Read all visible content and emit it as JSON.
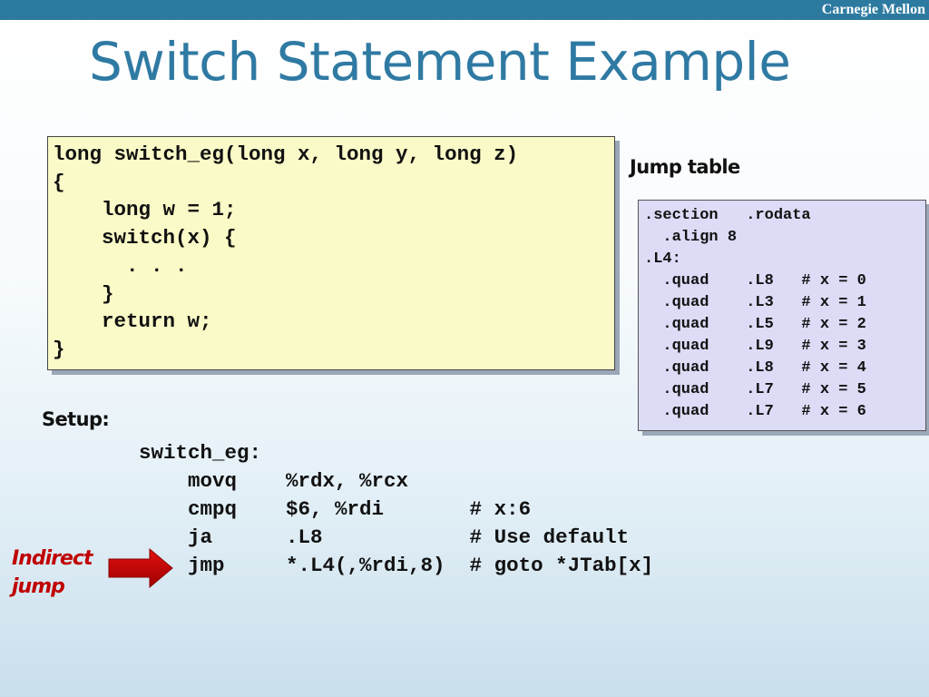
{
  "header": {
    "brand": "Carnegie Mellon"
  },
  "slide": {
    "title": "Switch Statement Example"
  },
  "c_code": {
    "text": "long switch_eg(long x, long y, long z)\n{\n    long w = 1;\n    switch(x) {\n      . . .\n    }\n    return w;\n}"
  },
  "jump_table": {
    "label": "Jump table",
    "text": ".section   .rodata\n  .align 8\n.L4:\n  .quad    .L8   # x = 0\n  .quad    .L3   # x = 1\n  .quad    .L5   # x = 2\n  .quad    .L9   # x = 3\n  .quad    .L8   # x = 4\n  .quad    .L7   # x = 5\n  .quad    .L7   # x = 6"
  },
  "setup": {
    "label": "Setup:",
    "asm": "switch_eg:\n    movq    %rdx, %rcx\n    cmpq    $6, %rdi       # x:6\n    ja      .L8            # Use default\n    jmp     *.L4(,%rdi,8)  # goto *JTab[x]"
  },
  "annotation": {
    "label": "Indirect\njump",
    "arrow_icon": "right-arrow-icon",
    "color": "#c00000"
  },
  "colors": {
    "topbar": "#2d7aa0",
    "title": "#2f7aa3",
    "code_box_bg": "#fafac8",
    "jump_table_bg": "#dcdcf7"
  }
}
